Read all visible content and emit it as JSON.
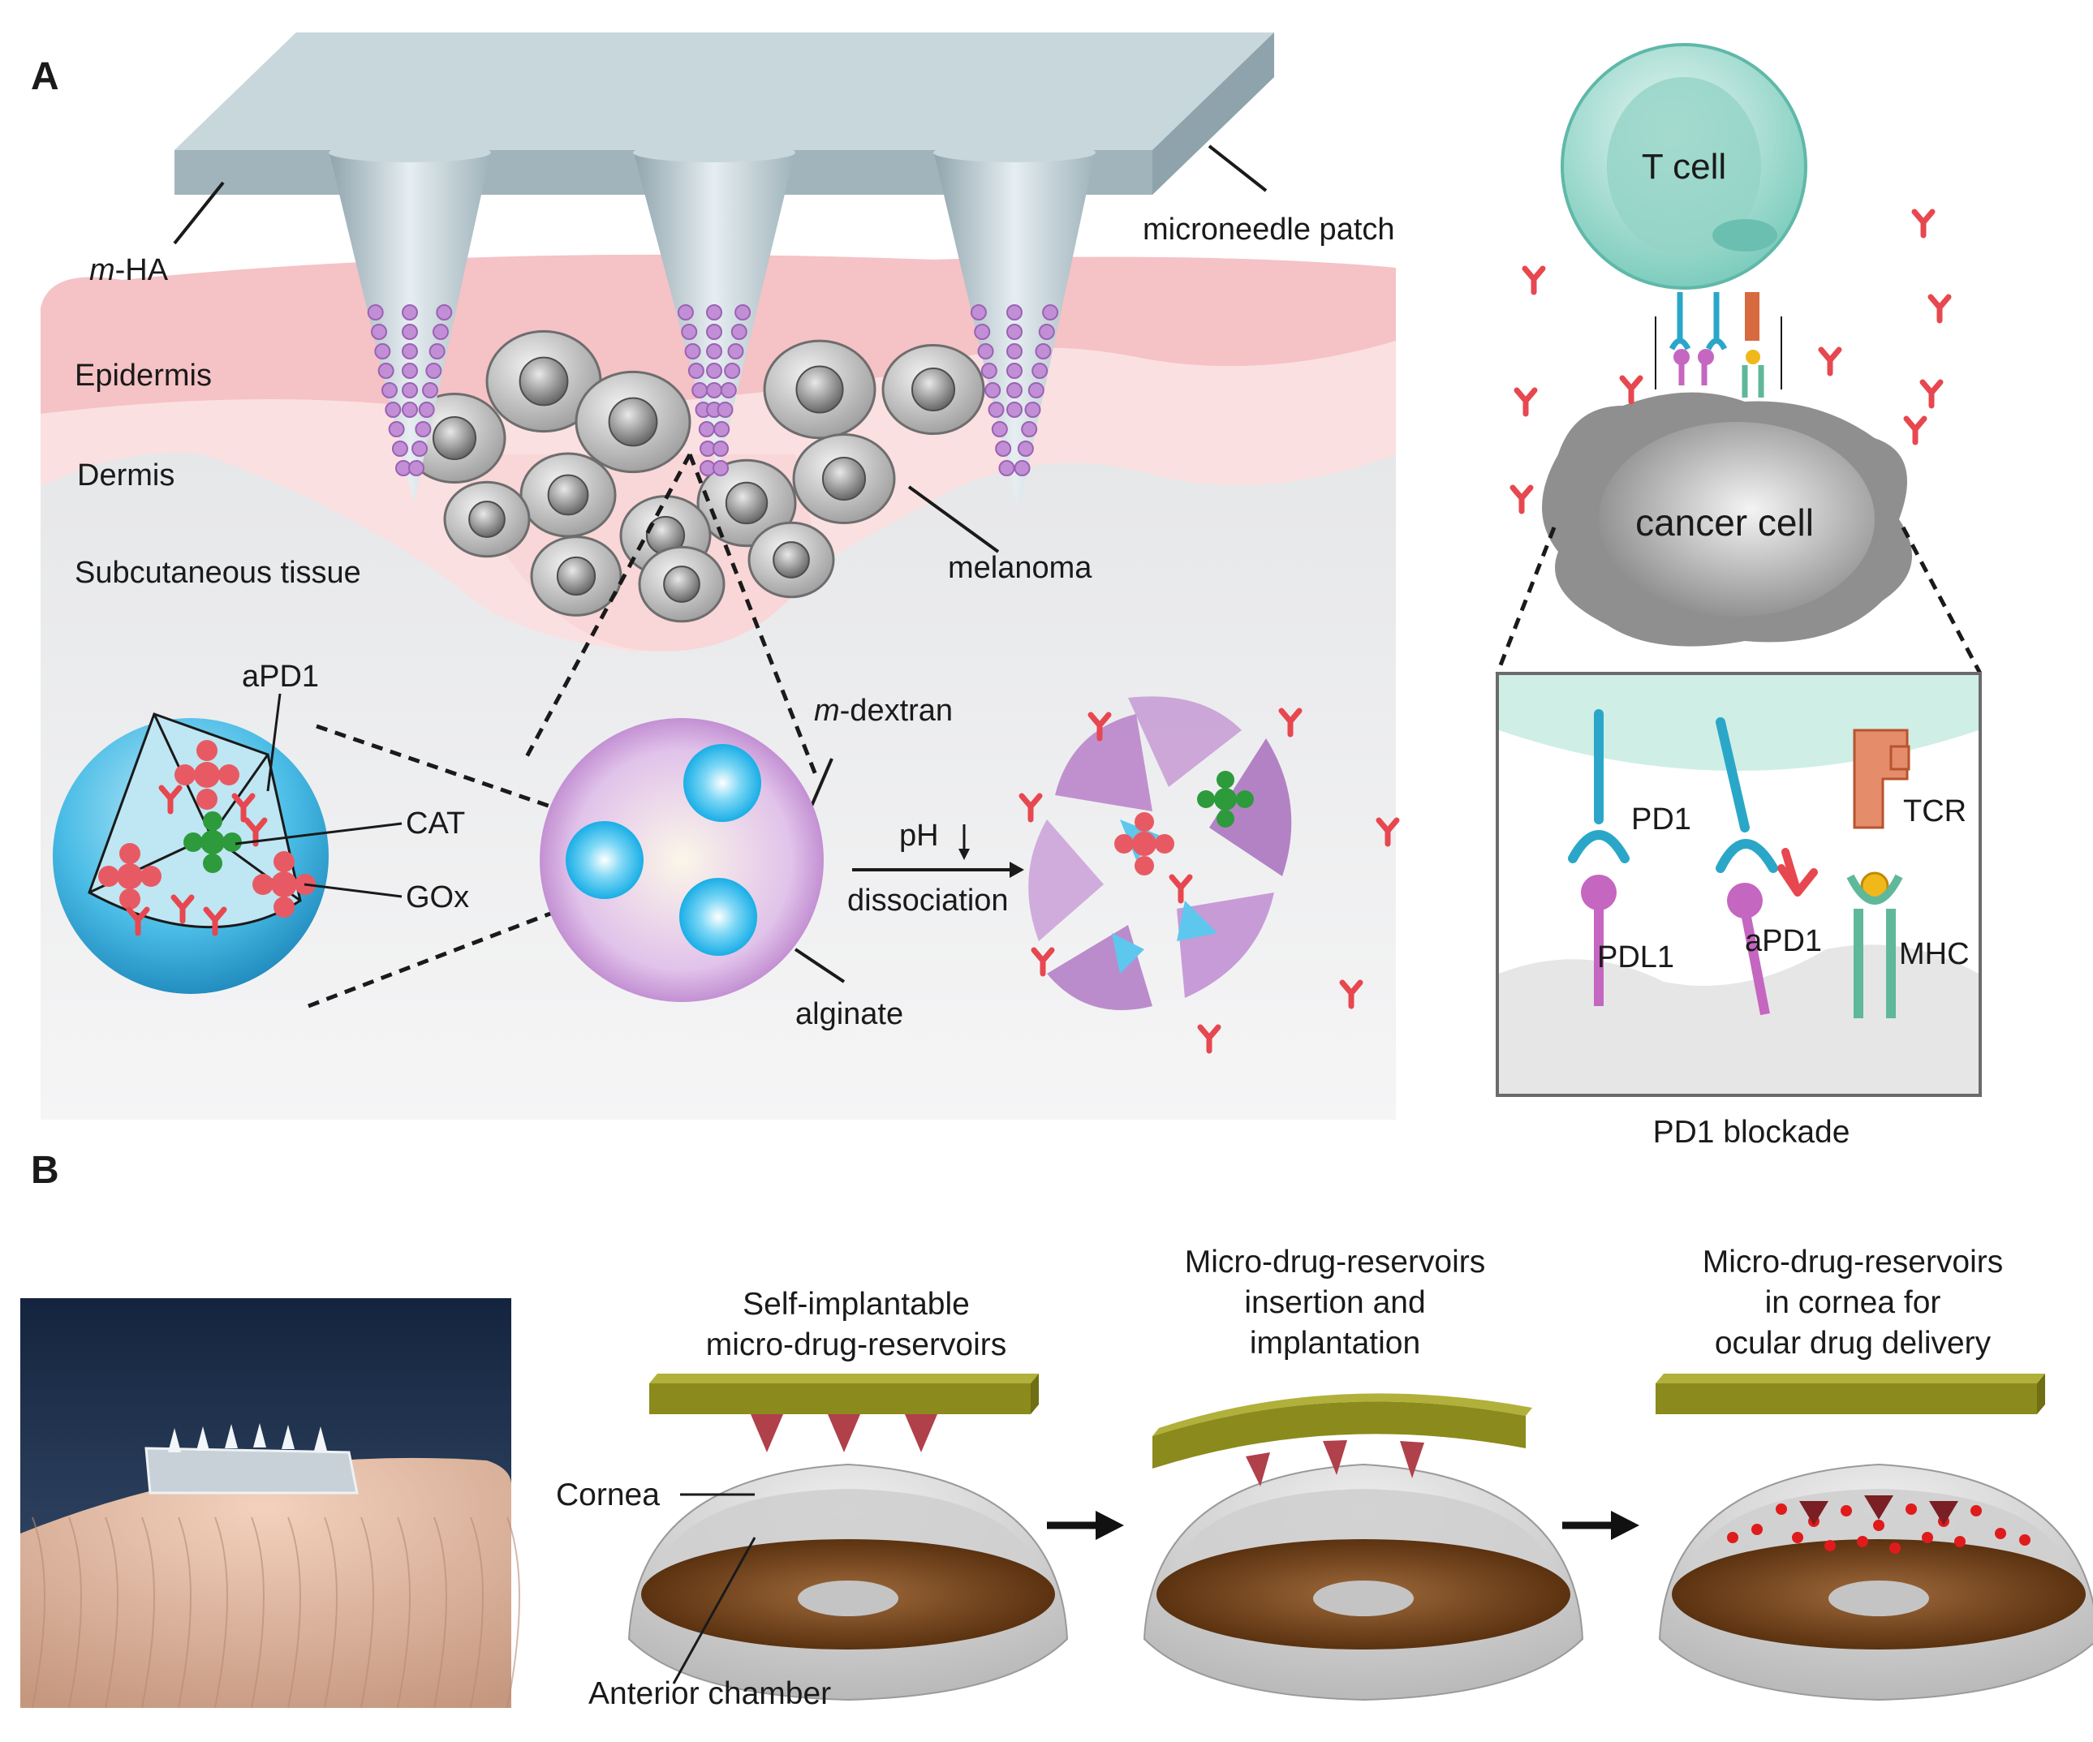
{
  "panel_a": {
    "letter": "A",
    "labels": {
      "m_ha_prefix": "m",
      "m_ha_suffix": "-HA",
      "microneedle_patch": "microneedle patch",
      "epidermis": "Epidermis",
      "dermis": "Dermis",
      "subcutaneous": "Subcutaneous tissue",
      "melanoma": "melanoma",
      "apd1": "aPD1",
      "cat": "CAT",
      "gox": "GOx",
      "m_dextran_prefix": "m",
      "m_dextran_suffix": "-dextran",
      "alginate": "alginate",
      "ph": "pH",
      "dissociation": "dissociation",
      "t_cell": "T cell",
      "cancer_cell": "cancer cell",
      "pd1": "PD1",
      "tcr": "TCR",
      "pdl1": "PDL1",
      "apd1_inset": "aPD1",
      "mhc": "MHC",
      "pd1_blockade": "PD1 blockade"
    },
    "colors": {
      "patch": "#a9bdc4",
      "epidermis": "#f6c6c8",
      "dermis": "#fbe3e4",
      "tissue": "#d9dbdd",
      "particle": "#c28fd6",
      "nanocapsule": "#36b8e8",
      "antibody": "#e7474f",
      "t_cell": "#a7ddd2",
      "cancer_cell": "#8e8e8e"
    }
  },
  "panel_b": {
    "letter": "B",
    "labels": {
      "step1": [
        "Self-implantable",
        "micro-drug-reservoirs"
      ],
      "step2": [
        "Micro-drug-reservoirs",
        "insertion and",
        "implantation"
      ],
      "step3": [
        "Micro-drug-reservoirs",
        "in cornea for",
        "ocular drug delivery"
      ],
      "cornea": "Cornea",
      "anterior_chamber": "Anterior chamber"
    },
    "colors": {
      "patch": "#8b8a1c",
      "reservoir": "#b0404a",
      "iris": "#6b3f18",
      "drug_dot": "#e01b1b"
    }
  }
}
